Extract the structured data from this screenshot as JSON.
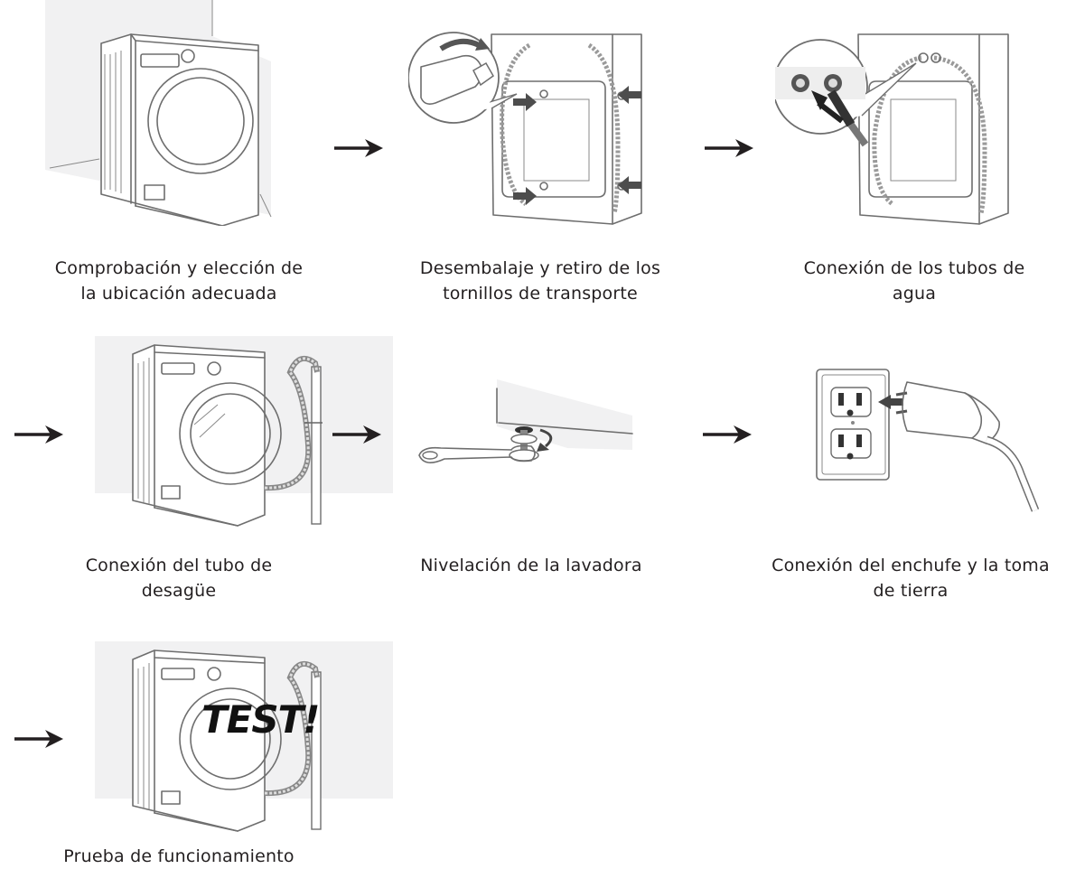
{
  "steps": [
    {
      "caption_line1": "Comprobación y elección de",
      "caption_line2": "la ubicación adecuada",
      "icon": "washer-in-corner-icon"
    },
    {
      "caption_line1": "Desembalaje y retiro de los",
      "caption_line2": "tornillos de transporte",
      "icon": "wrench-transit-bolts-icon"
    },
    {
      "caption_line1": "Conexión de los tubos de",
      "caption_line2": "agua",
      "icon": "water-hose-connection-icon"
    },
    {
      "caption_line1": "Conexión del tubo de",
      "caption_line2": "desagüe",
      "icon": "drain-hose-icon"
    },
    {
      "caption_line1": "Nivelación de la lavadora",
      "caption_line2": "",
      "icon": "leveling-wrench-icon"
    },
    {
      "caption_line1": "Conexión del enchufe y la toma",
      "caption_line2": "de tierra",
      "icon": "plug-outlet-icon"
    },
    {
      "caption_line1": "Prueba de funcionamiento",
      "caption_line2": "",
      "icon": "test-run-icon",
      "overlay_text": "TEST!"
    }
  ],
  "arrow_icon": "right-arrow-icon"
}
